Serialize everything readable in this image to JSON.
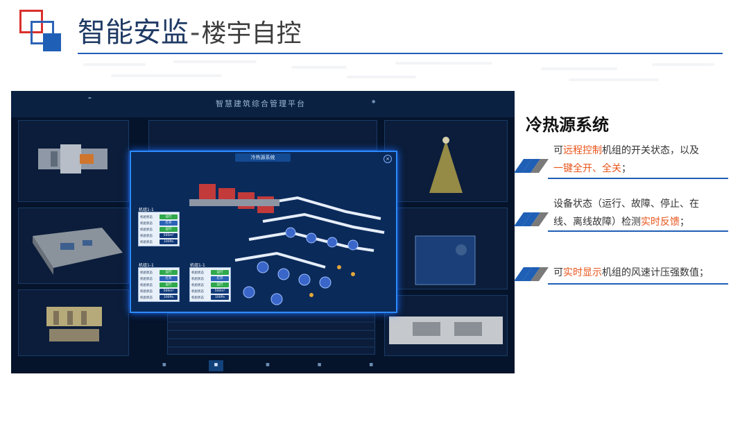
{
  "header": {
    "title_main": "智能安监",
    "title_dash": "-",
    "title_sub": "楼宇自控"
  },
  "screenshot": {
    "platform_title": "智慧建筑综合管理平台",
    "modal": {
      "title": "冷热源系统",
      "close_icon": "close-icon",
      "cards": [
        {
          "title": "机组1-1",
          "rows": [
            {
              "key": "机组状态",
              "value": "运行",
              "color": "green"
            },
            {
              "key": "机组状态",
              "value": "打开",
              "color": "blue"
            },
            {
              "key": "机组状态",
              "value": "运行",
              "color": "green"
            },
            {
              "key": "机组状态",
              "value": "500m³",
              "color": "navy"
            },
            {
              "key": "机组状态",
              "value": "100Pa",
              "color": "navy"
            }
          ]
        },
        {
          "title": "机组1-1",
          "rows": [
            {
              "key": "机组状态",
              "value": "运行",
              "color": "green"
            },
            {
              "key": "机组状态",
              "value": "打开",
              "color": "blue"
            },
            {
              "key": "机组状态",
              "value": "运行",
              "color": "green"
            },
            {
              "key": "机组状态",
              "value": "500m³",
              "color": "navy"
            },
            {
              "key": "机组状态",
              "value": "100Pa",
              "color": "navy"
            }
          ]
        },
        {
          "title": "机组1-1",
          "rows": [
            {
              "key": "机组状态",
              "value": "运行",
              "color": "green"
            },
            {
              "key": "机组状态",
              "value": "打开",
              "color": "blue"
            },
            {
              "key": "机组状态",
              "value": "运行",
              "color": "green"
            },
            {
              "key": "机组状态",
              "value": "500m³",
              "color": "navy"
            },
            {
              "key": "机组状态",
              "value": "100Pa",
              "color": "navy"
            }
          ]
        }
      ]
    }
  },
  "content": {
    "section_title": "冷热源系统",
    "items": [
      {
        "lines": [
          [
            {
              "t": "可",
              "hl": false
            },
            {
              "t": "远程控制",
              "hl": true
            },
            {
              "t": "机组的开关状态，以及",
              "hl": false
            }
          ],
          [
            {
              "t": "一键全开、全关",
              "hl": true
            },
            {
              "t": "；",
              "hl": false
            }
          ]
        ]
      },
      {
        "lines": [
          [
            {
              "t": "设备状态（运行、故障、停止、在",
              "hl": false
            }
          ],
          [
            {
              "t": "线、离线故障）检测",
              "hl": false
            },
            {
              "t": "实时反馈",
              "hl": true
            },
            {
              "t": "；",
              "hl": false
            }
          ]
        ]
      },
      {
        "lines": [
          [
            {
              "t": "可",
              "hl": false
            },
            {
              "t": "实时显示",
              "hl": true
            },
            {
              "t": "机组的风速计压强数值；",
              "hl": false
            }
          ]
        ]
      }
    ]
  },
  "colors": {
    "accent_blue": "#1f5fb5",
    "highlight_orange": "#e8541a",
    "logo_red": "#d9302c"
  }
}
